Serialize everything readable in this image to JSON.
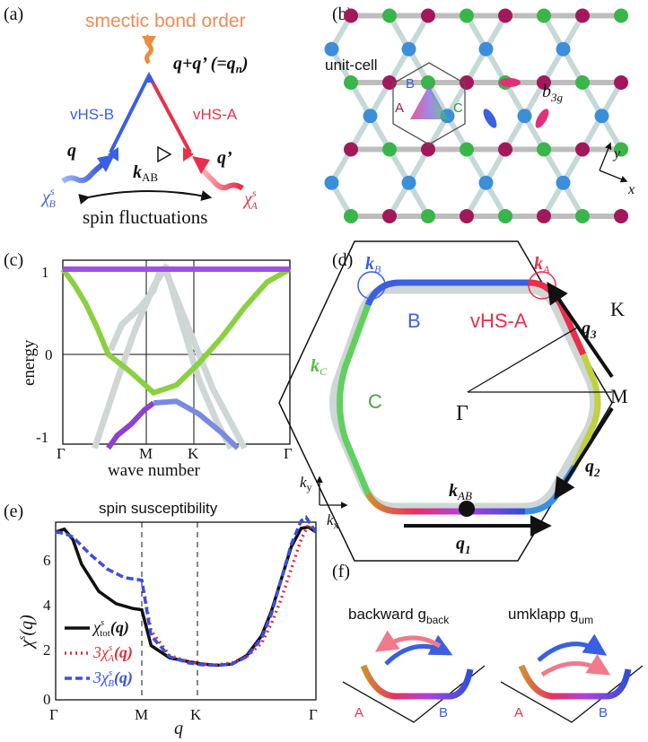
{
  "panels": {
    "a": {
      "label": "(a)",
      "title": "smectic bond order",
      "qsum": "q+q’ (=q",
      "qsum_sub": "n",
      "qsum_close": ")",
      "vhs_b": "vHS-B",
      "vhs_a": "vHS-A",
      "q": "q",
      "qprime": "q’",
      "kab": "k",
      "kab_sub": "AB",
      "chi_b": "χ",
      "chi_b_sub": "B",
      "chi_a": "χ",
      "chi_a_sub": "A",
      "chi_sup": "s",
      "caption": "spin fluctuations",
      "colors": {
        "orange": "#f08a3c",
        "blue": "#3a5fe0",
        "red": "#e8304a",
        "pink": "#e8507a"
      }
    },
    "b": {
      "label": "(b)",
      "unit_cell": "unit-cell",
      "site_b": "B",
      "site_a": "A",
      "site_c": "C",
      "orbital": "b",
      "orbital_sub": "3g",
      "axis_y": "y",
      "axis_x": "x",
      "colors": {
        "A": "#a3185a",
        "B": "#3b8fd9",
        "C": "#39b54a",
        "bond": "#c6d9d9"
      }
    },
    "c": {
      "label": "(c)",
      "ylabel": "energy",
      "xlabel": "wave number",
      "yticks": [
        "1",
        "0",
        "-1"
      ],
      "xticks": [
        "Γ",
        "M",
        "K",
        "Γ"
      ]
    },
    "d": {
      "label": "(d)",
      "kb": "k",
      "kb_sub": "B",
      "ka": "k",
      "ka_sub": "A",
      "kc": "k",
      "kc_sub": "C",
      "region_b": "B",
      "region_c": "C",
      "vhs_a": "vHS-A",
      "K": "K",
      "M": "M",
      "gamma": "Γ",
      "q1": "q",
      "q1_sub": "1",
      "q2": "q",
      "q2_sub": "2",
      "q3": "q",
      "q3_sub": "3",
      "kab": "k",
      "kab_sub": "AB",
      "axis_ky": "k",
      "axis_ky_sub": "y",
      "axis_kx": "k",
      "axis_kx_sub": "x"
    },
    "e": {
      "label": "(e)",
      "title": "spin susceptibility",
      "ylabel": "χ",
      "ylabel_sup": "s",
      "ylabel_arg": "(q)",
      "xlabel": "q",
      "yticks": [
        "0",
        "2",
        "4",
        "6"
      ],
      "xticks": [
        "Γ",
        "M",
        "K",
        "Γ"
      ],
      "legend": [
        {
          "prefix": "χ",
          "sup": "s",
          "sub": "tot",
          "arg": "(q)",
          "color": "#111111",
          "style": "solid"
        },
        {
          "prefix": "3χ",
          "sup": "s",
          "sub": "A",
          "arg": "(q)",
          "color": "#e0303a",
          "style": "dotted"
        },
        {
          "prefix": "3χ",
          "sup": "s",
          "sub": "B",
          "arg": "(q)",
          "color": "#3a4fe0",
          "style": "dashed"
        }
      ]
    },
    "f": {
      "label": "(f)",
      "backward": "backward g",
      "backward_sub": "back",
      "umklapp": "umklapp g",
      "umklapp_sub": "um",
      "site_a": "A",
      "site_b": "B"
    }
  },
  "chart_data": [
    {
      "type": "line",
      "title": "",
      "xlabel": "wave number",
      "ylabel": "energy",
      "categories": [
        "Γ",
        "M",
        "K",
        "Γ"
      ],
      "ylim": [
        -1.1,
        1.1
      ],
      "grid": false,
      "series": [
        {
          "x": [
            0,
            0.25,
            0.5,
            0.75,
            1,
            1.5,
            2,
            2.5,
            3,
            3.5,
            4,
            4.5,
            5
          ],
          "y": [
            1,
            0.82,
            0.6,
            0.32,
            0,
            -0.21,
            -0.45,
            -0.36,
            -0.1,
            0.2,
            0.55,
            0.85,
            1
          ]
        },
        {
          "x": [
            0,
            5
          ],
          "y": [
            1,
            1
          ]
        },
        {
          "x": [
            1,
            1.2,
            1.5,
            1.8,
            2
          ],
          "y": [
            -1.1,
            -0.95,
            -0.82,
            -0.65,
            -0.57
          ]
        },
        {
          "x": [
            2,
            2.5,
            3,
            3.5,
            3.85
          ],
          "y": [
            -0.57,
            -0.55,
            -0.7,
            -0.92,
            -1.1
          ]
        }
      ]
    },
    {
      "type": "line",
      "title": "spin susceptibility",
      "xlabel": "q",
      "ylabel": "χs(q)",
      "categories": [
        "Γ",
        "M",
        "K",
        "Γ"
      ],
      "ylim": [
        0,
        7.2
      ],
      "grid": false,
      "series": [
        {
          "name": "χs_tot(q)",
          "x": [
            0,
            0.1,
            0.2,
            0.3,
            0.5,
            0.7,
            0.9,
            1.0,
            1.1,
            1.3,
            1.5,
            1.7,
            2.0,
            2.3,
            2.6,
            2.9,
            3.1,
            3.3,
            3.5,
            3.7,
            3.85,
            4.0
          ],
          "y": [
            6.8,
            6.92,
            6.5,
            5.5,
            4.4,
            3.9,
            3.7,
            3.65,
            2.2,
            1.7,
            1.55,
            1.45,
            1.4,
            1.45,
            1.8,
            2.6,
            3.6,
            4.9,
            6.2,
            6.95,
            7.0,
            6.8
          ]
        },
        {
          "name": "3χs_A(q)",
          "x": [
            0,
            0.1,
            0.2,
            0.4,
            0.6,
            0.8,
            1.0,
            1.1,
            1.3,
            1.5,
            1.7,
            2.0,
            2.3,
            2.6,
            2.9,
            3.1,
            3.3,
            3.5,
            3.7,
            3.85,
            4.0
          ],
          "y": [
            6.8,
            6.75,
            6.6,
            5.9,
            5.3,
            4.95,
            4.85,
            2.8,
            1.8,
            1.55,
            1.45,
            1.42,
            1.5,
            1.75,
            2.3,
            3.1,
            4.1,
            5.3,
            6.5,
            7.1,
            6.8
          ]
        },
        {
          "name": "3χs_B(q)",
          "x": [
            0,
            0.1,
            0.2,
            0.4,
            0.6,
            0.8,
            1.0,
            1.1,
            1.3,
            1.5,
            1.7,
            2.0,
            2.3,
            2.6,
            2.9,
            3.1,
            3.3,
            3.5,
            3.7,
            3.8,
            4.0
          ],
          "y": [
            6.8,
            6.75,
            6.6,
            5.9,
            5.3,
            4.95,
            4.85,
            2.6,
            1.75,
            1.5,
            1.42,
            1.4,
            1.45,
            1.75,
            2.5,
            3.5,
            4.9,
            6.3,
            7.25,
            7.4,
            6.8
          ]
        }
      ]
    }
  ]
}
